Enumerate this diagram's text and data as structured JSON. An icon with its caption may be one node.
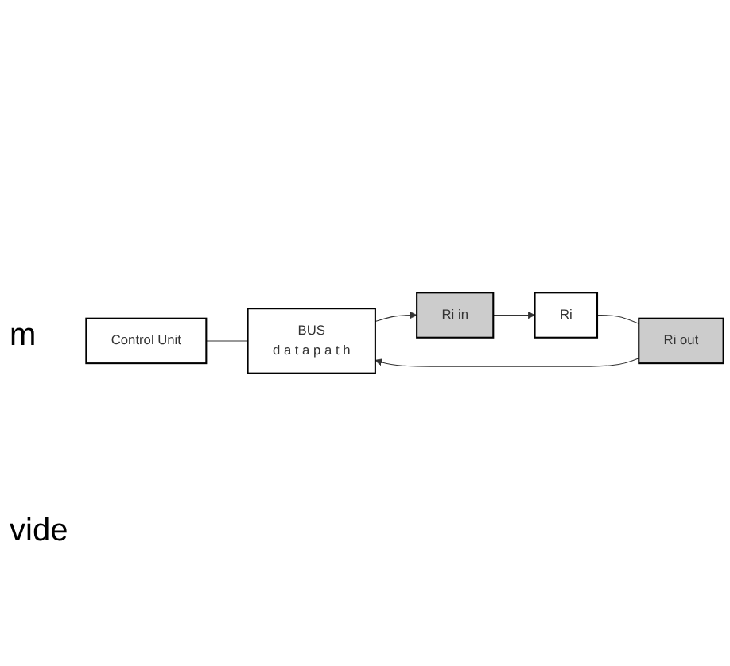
{
  "diagram": {
    "nodes": [
      {
        "text": [
          "Control Unit"
        ]
      },
      {
        "text": [
          "BUS",
          "d a t a p a t h"
        ]
      },
      {
        "text": [
          "Ri in"
        ]
      },
      {
        "text": [
          "Ri"
        ]
      },
      {
        "text": [
          "Ri out"
        ]
      }
    ],
    "edges": [
      {
        "from": 0,
        "to": 1,
        "arrow": "none"
      },
      {
        "from": 1,
        "to": 2,
        "arrow": "to"
      },
      {
        "from": 2,
        "to": 3,
        "arrow": "to"
      },
      {
        "from": 3,
        "to": 4,
        "arrow": "none"
      },
      {
        "from": 4,
        "to": 1,
        "arrow": "to"
      }
    ],
    "labels": [
      "m",
      "vide"
    ]
  }
}
